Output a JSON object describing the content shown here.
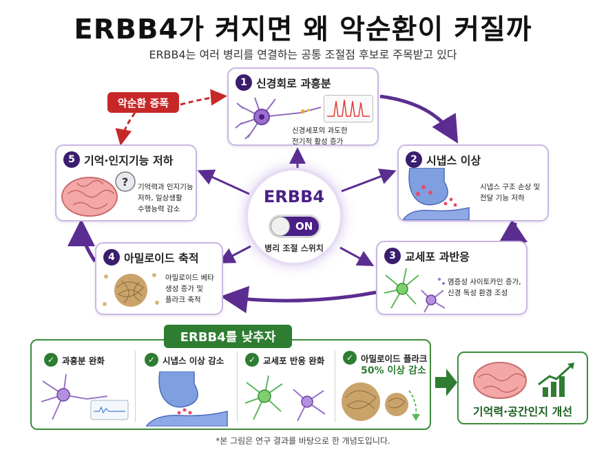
{
  "header": {
    "title": "ERBB4가 켜지면 왜 악순환이 커질까",
    "subtitle": "ERBB4는 여러 병리를 연결하는 공통 조절점 후보로 주목받고 있다"
  },
  "center": {
    "title": "ERBB4",
    "toggle_label": "ON",
    "subtitle": "병리 조절 스위치"
  },
  "loop_label": "악순환 증폭",
  "steps": [
    {
      "num": "1",
      "title": "신경회로 과흥분",
      "desc1": "신경세포의 과도한",
      "desc2": "전기적 활성 증가",
      "desc3": ""
    },
    {
      "num": "2",
      "title": "시냅스 이상",
      "desc1": "시냅스 구조 손상 및",
      "desc2": "전달 기능 저하",
      "desc3": ""
    },
    {
      "num": "3",
      "title": "교세포 과반응",
      "desc1": "염증성 사이토카인 증가,",
      "desc2": "신경 독성 환경 조성",
      "desc3": ""
    },
    {
      "num": "4",
      "title": "아밀로이드 축적",
      "desc1": "아밀로이드 베타",
      "desc2": "생성 증가 및",
      "desc3": "플라크 축적"
    },
    {
      "num": "5",
      "title": "기억·인지기능 저하",
      "desc1": "기억력과 인지기능",
      "desc2": "저하, 일상생활",
      "desc3": "수행능력 감소"
    }
  ],
  "bottom": {
    "title": "ERBB4를 낮추자",
    "items": [
      {
        "label": "과흥분 완화"
      },
      {
        "label": "시냅스 이상 감소"
      },
      {
        "label": "교세포 반응 완화"
      },
      {
        "label": "아밀로이드 플라크"
      }
    ],
    "plaque_reduction": "50% 이상 감소",
    "result": "기억력·공간인지 개선"
  },
  "footnote": "*본 그림은 연구 결과를 바탕으로 한 개념도입니다.",
  "colors": {
    "purple": "#4a1f86",
    "red": "#c62828",
    "green": "#2e7d32"
  }
}
